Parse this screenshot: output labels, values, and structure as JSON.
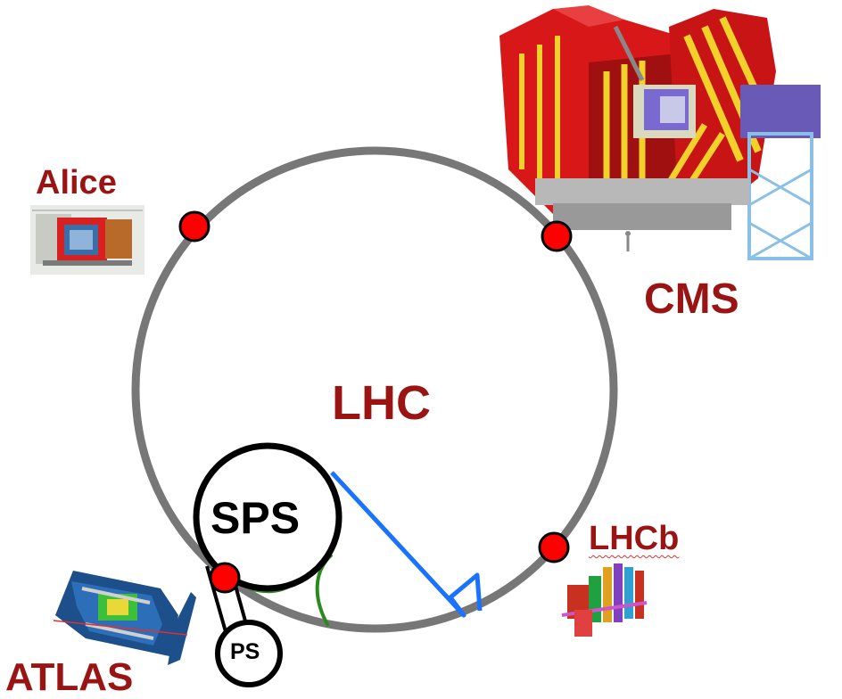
{
  "labels": {
    "alice": "Alice",
    "cms": "CMS",
    "lhc": "LHC",
    "sps": "SPS",
    "ps": "PS",
    "lhcb": "LHCb",
    "atlas": "ATLAS"
  },
  "colors": {
    "label_dark_red": "#9b1414",
    "ring_gray": "#777777",
    "interaction_point_red": "#ff0000",
    "transfer_line_blue": "#1a73ff",
    "transfer_line_green": "#2a8a1f",
    "small_ring_black": "#000000"
  },
  "icons": [
    "alice-detector-image",
    "cms-detector-image",
    "lhcb-detector-image",
    "atlas-detector-image"
  ]
}
